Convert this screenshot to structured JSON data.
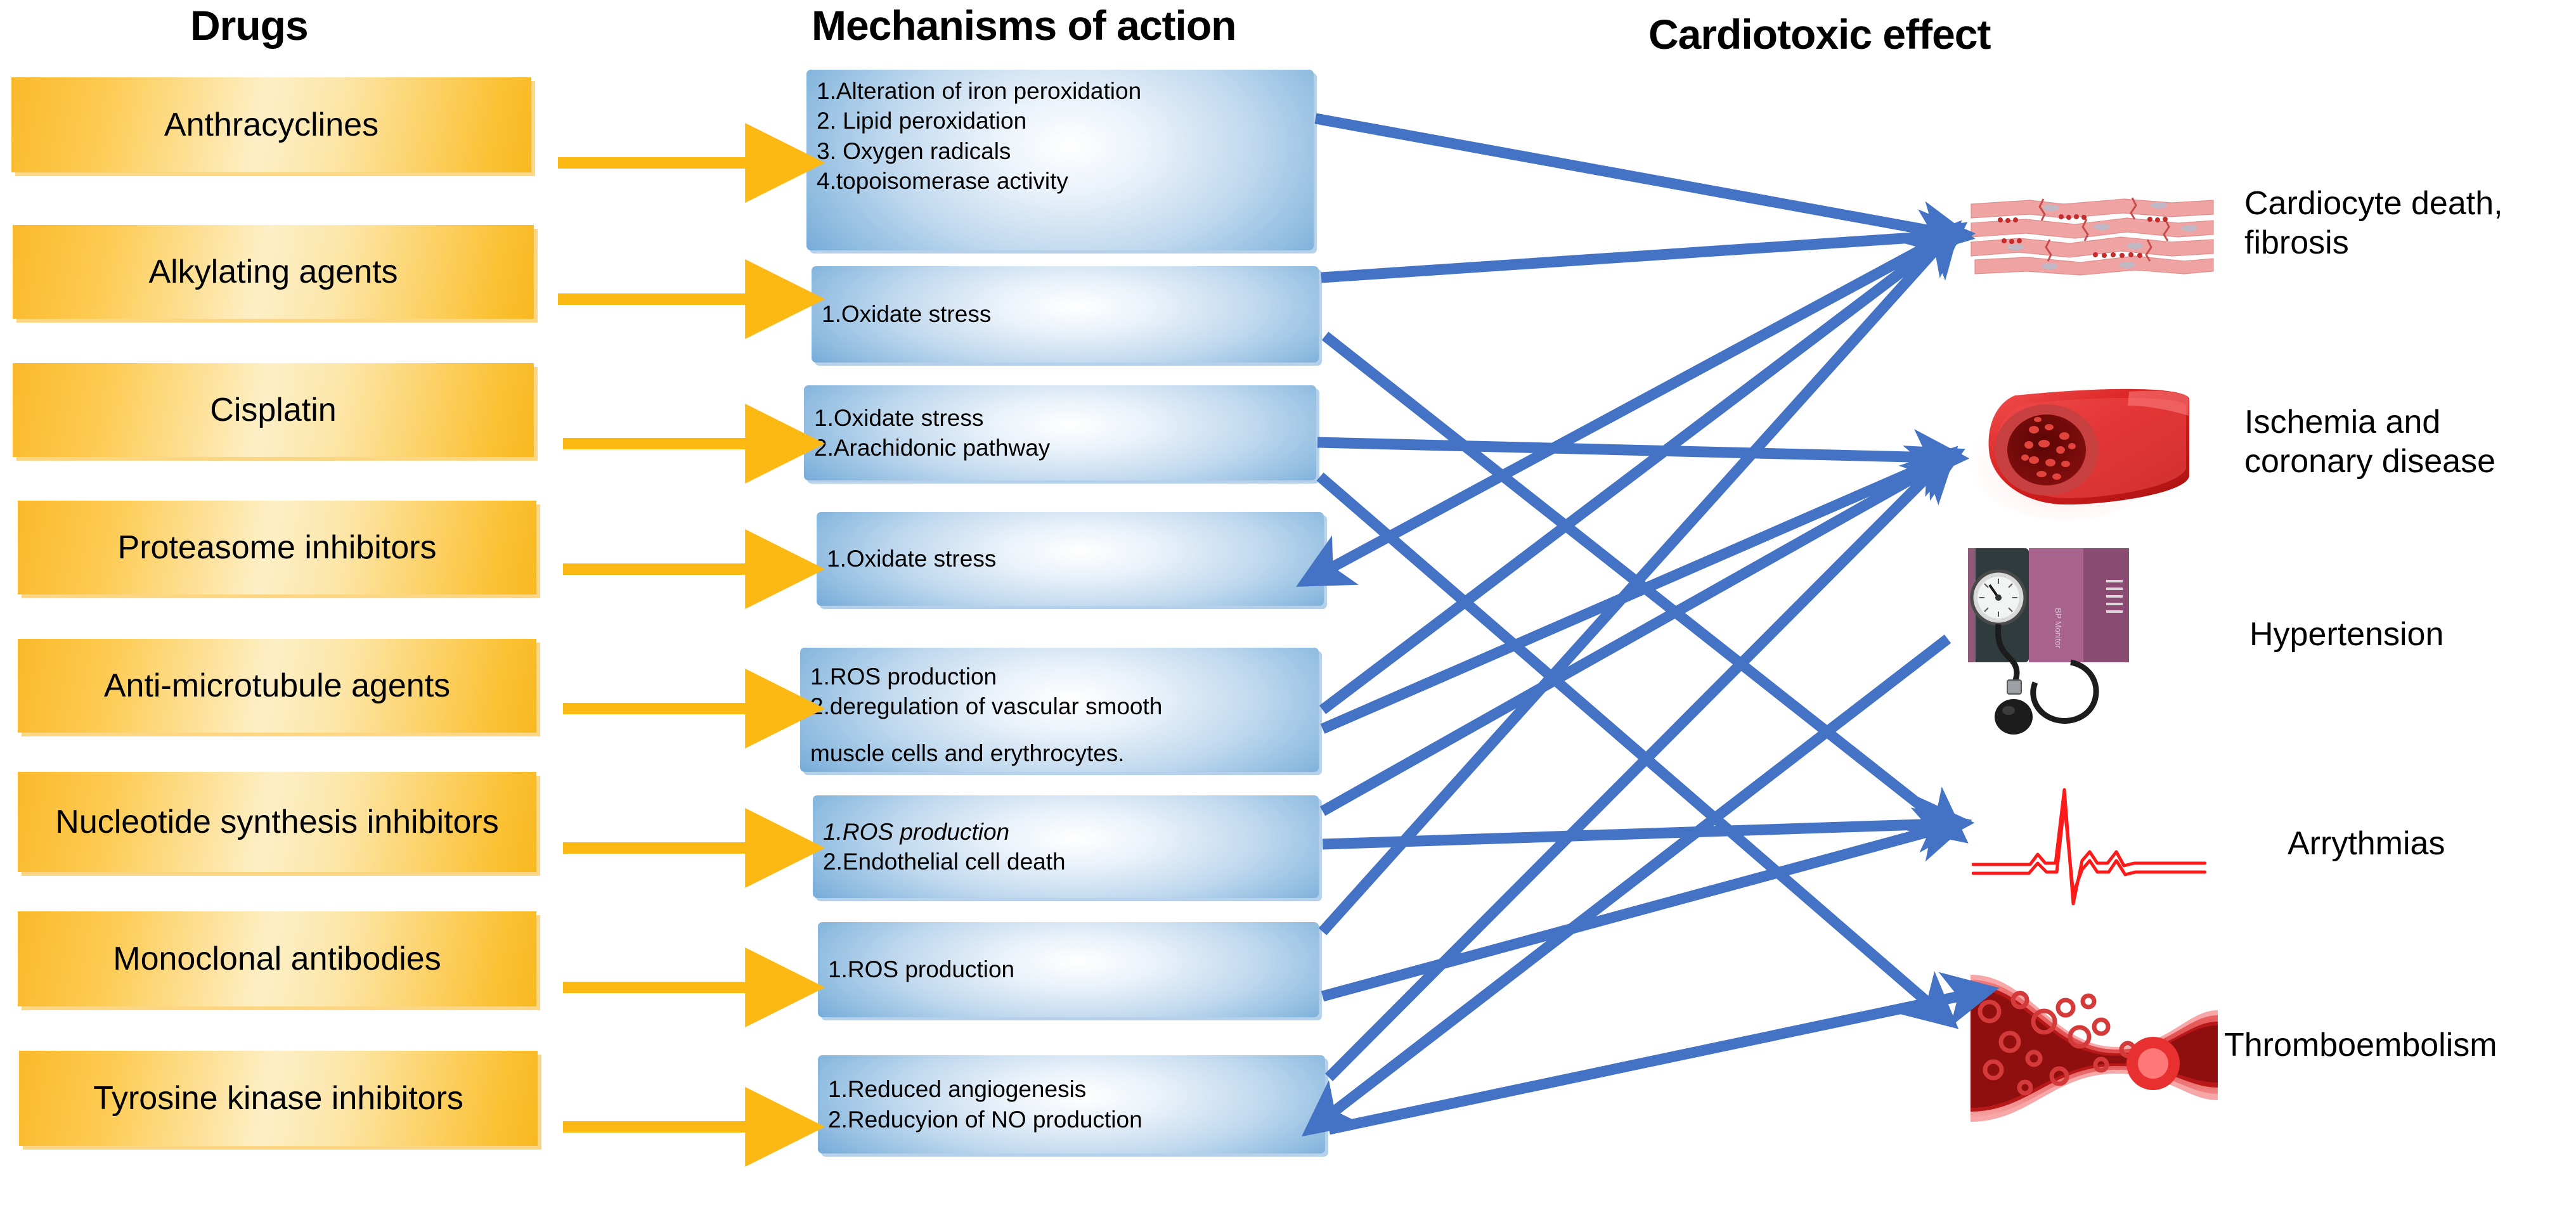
{
  "titles": {
    "drugs": "Drugs",
    "mechanisms": "Mechanisms of action",
    "effects": "Cardiotoxic effect"
  },
  "colors": {
    "yellow_box": "#FBBE2E",
    "yellow_arrow": "#FCB813",
    "blue_box": "#5E9BD3",
    "blue_arrow": "#4472C4",
    "muscle_pink": "#EFA3A3",
    "vessel_red": "#D62020",
    "ecg_red": "#FF1A1A",
    "cuff_purple": "#9E5C86",
    "text": "#000000"
  },
  "drugs": [
    {
      "id": "anthracyclines",
      "label": "Anthracyclines"
    },
    {
      "id": "alkylating-agents",
      "label": "Alkylating agents"
    },
    {
      "id": "cisplatin",
      "label": "Cisplatin"
    },
    {
      "id": "proteasome-inhibitors",
      "label": "Proteasome inhibitors"
    },
    {
      "id": "anti-microtubule-agents",
      "label": "Anti-microtubule agents"
    },
    {
      "id": "nucleotide-synthesis-inhibitors",
      "label": "Nucleotide synthesis inhibitors"
    },
    {
      "id": "monoclonal-antibodies",
      "label": "Monoclonal antibodies"
    },
    {
      "id": "tyrosine-kinase-inhibitors",
      "label": "Tyrosine kinase inhibitors"
    }
  ],
  "mechanisms": [
    {
      "id": "mech-anthracyclines",
      "lines": [
        "1.Alteration of iron peroxidation",
        "2. Lipid peroxidation",
        "3. Oxygen radicals",
        "4.topoisomerase activity"
      ]
    },
    {
      "id": "mech-alkylating",
      "lines": [
        "1.Oxidate stress"
      ]
    },
    {
      "id": "mech-cisplatin",
      "lines": [
        "1.Oxidate stress",
        "2.Arachidonic pathway"
      ]
    },
    {
      "id": "mech-proteasome",
      "lines": [
        "1.Oxidate stress"
      ]
    },
    {
      "id": "mech-antimicrotubule",
      "lines": [
        "1.ROS production",
        "2.deregulation of vascular smooth",
        "muscle cells and erythrocytes."
      ]
    },
    {
      "id": "mech-nucleotide",
      "lines": [
        "1.ROS production",
        "2.Endothelial cell death"
      ]
    },
    {
      "id": "mech-monoclonal",
      "lines": [
        "1.ROS production"
      ]
    },
    {
      "id": "mech-tyrosine",
      "lines": [
        "1.Reduced angiogenesis",
        "2.Reducyion of NO production"
      ]
    }
  ],
  "effects": [
    {
      "id": "cardiocyte-death-fibrosis",
      "label": "Cardiocyte death,\nfibrosis",
      "icon": "cardiac-muscle-fibers-icon"
    },
    {
      "id": "ischemia-coronary-disease",
      "label": "Ischemia and\ncoronary disease",
      "icon": "blood-vessel-cross-section-icon"
    },
    {
      "id": "hypertension",
      "label": "Hypertension",
      "icon": "sphygmomanometer-icon"
    },
    {
      "id": "arrythmias",
      "label": "Arrythmias",
      "icon": "ecg-waveform-icon"
    },
    {
      "id": "thromboembolism",
      "label": "Thromboembolism",
      "icon": "thrombus-in-vessel-icon"
    }
  ],
  "drug_to_mechanism_arrows": [
    {
      "from": "anthracyclines",
      "to": "mech-anthracyclines"
    },
    {
      "from": "alkylating-agents",
      "to": "mech-alkylating"
    },
    {
      "from": "cisplatin",
      "to": "mech-cisplatin"
    },
    {
      "from": "proteasome-inhibitors",
      "to": "mech-proteasome"
    },
    {
      "from": "anti-microtubule-agents",
      "to": "mech-antimicrotubule"
    },
    {
      "from": "nucleotide-synthesis-inhibitors",
      "to": "mech-nucleotide"
    },
    {
      "from": "monoclonal-antibodies",
      "to": "mech-monoclonal"
    },
    {
      "from": "tyrosine-kinase-inhibitors",
      "to": "mech-tyrosine"
    }
  ],
  "mechanism_to_effect_arrows": [
    {
      "from": "mech-anthracyclines",
      "to": "cardiocyte-death-fibrosis"
    },
    {
      "from": "mech-alkylating",
      "to": "cardiocyte-death-fibrosis"
    },
    {
      "from": "mech-cisplatin",
      "to": "ischemia-coronary-disease"
    },
    {
      "from": "mech-proteasome",
      "to": "cardiocyte-death-fibrosis"
    },
    {
      "from": "mech-antimicrotubule",
      "to": "ischemia-coronary-disease"
    },
    {
      "from": "mech-antimicrotubule",
      "to": "cardiocyte-death-fibrosis"
    },
    {
      "from": "mech-nucleotide",
      "to": "ischemia-coronary-disease"
    },
    {
      "from": "mech-nucleotide",
      "to": "arrythmias"
    },
    {
      "from": "mech-monoclonal",
      "to": "cardiocyte-death-fibrosis"
    },
    {
      "from": "mech-monoclonal",
      "to": "arrythmias"
    },
    {
      "from": "mech-tyrosine",
      "to": "hypertension"
    },
    {
      "from": "mech-tyrosine",
      "to": "ischemia-coronary-disease"
    },
    {
      "from": "mech-tyrosine",
      "to": "thromboembolism"
    },
    {
      "from": "mech-alkylating",
      "to": "arrythmias"
    },
    {
      "from": "mech-cisplatin",
      "to": "thromboembolism"
    }
  ]
}
